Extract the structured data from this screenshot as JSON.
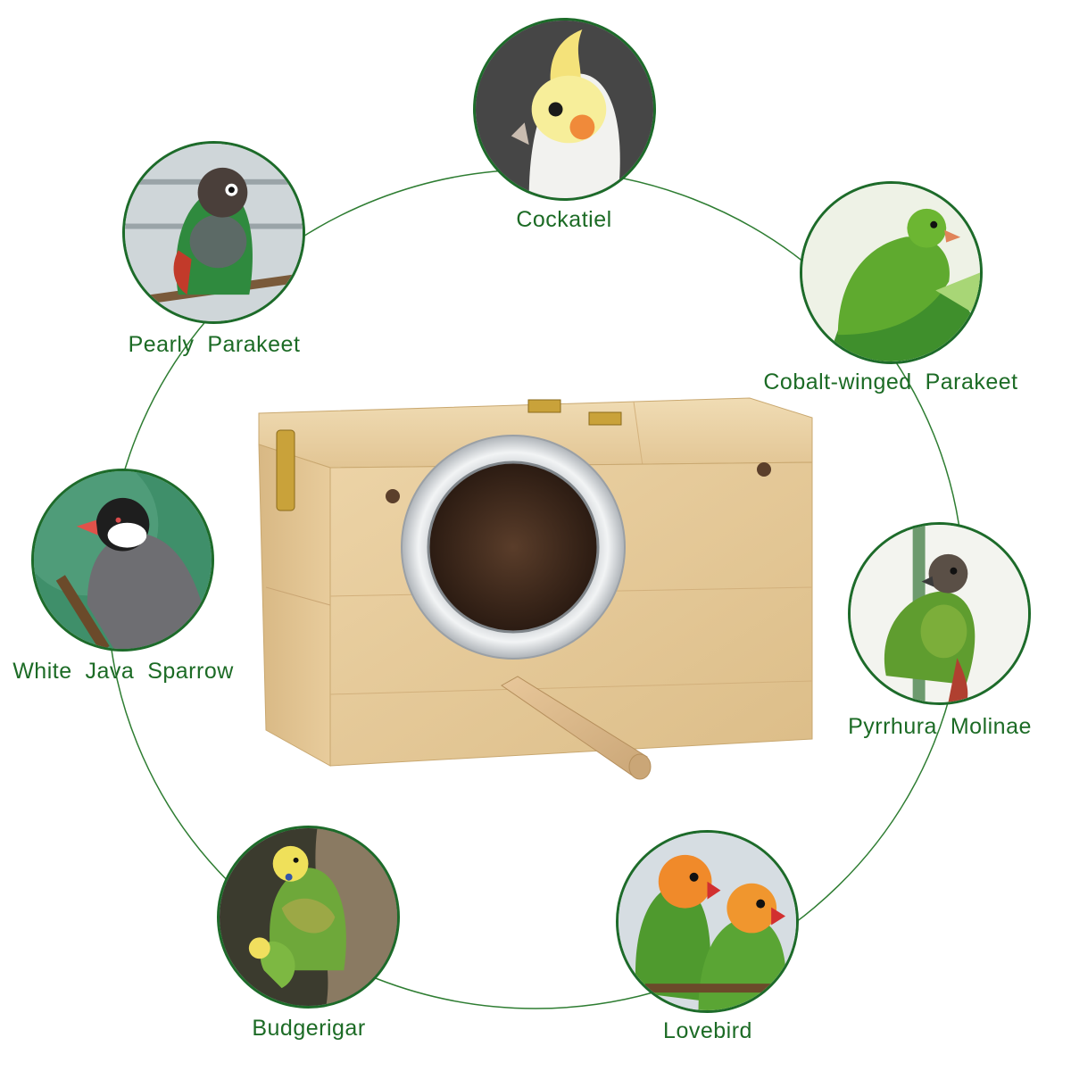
{
  "colors": {
    "accent_green": "#1c6b25",
    "ring_green": "#2e7d32",
    "wood": "#e6c99a",
    "wood_dark": "#cfae7b",
    "metal": "#d9dde0"
  },
  "product": {
    "icon": "wooden-nest-box-icon"
  },
  "birds": [
    {
      "id": "cockatiel",
      "label": "Cockatiel",
      "icon": "cockatiel-icon"
    },
    {
      "id": "pearly-parakeet",
      "label": "Pearly  Parakeet",
      "icon": "parakeet-icon"
    },
    {
      "id": "cobalt-winged-parakeet",
      "label": "Cobalt-winged  Parakeet",
      "icon": "green-parakeet-icon"
    },
    {
      "id": "white-java-sparrow",
      "label": "White  Java  Sparrow",
      "icon": "java-sparrow-icon"
    },
    {
      "id": "pyrrhura-molinae",
      "label": "Pyrrhura  Molinae",
      "icon": "conure-icon"
    },
    {
      "id": "budgerigar",
      "label": "Budgerigar",
      "icon": "budgerigar-icon"
    },
    {
      "id": "lovebird",
      "label": "Lovebird",
      "icon": "lovebird-icon"
    }
  ]
}
